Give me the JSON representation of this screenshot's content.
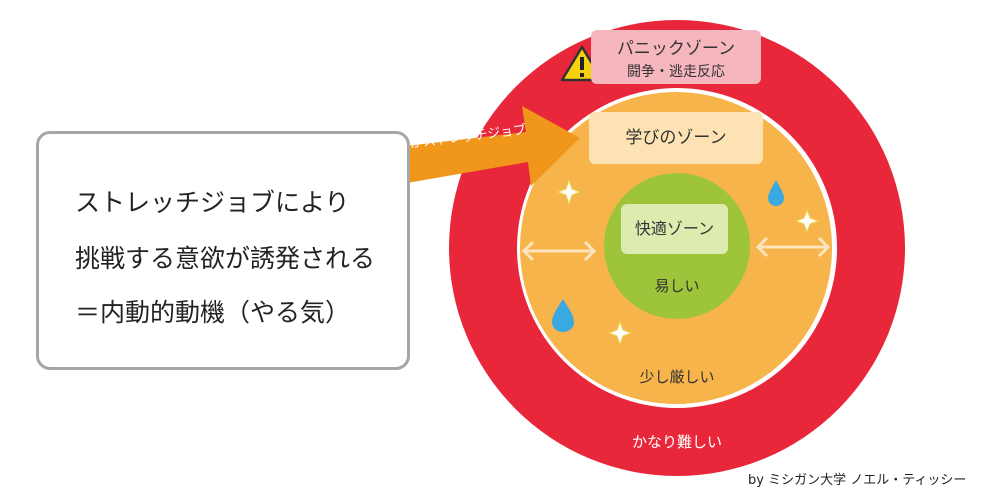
{
  "panic_zone": {
    "title": "パニックゾーン",
    "subtitle": "闘争・逃走反応",
    "difficulty": "かなり難しい",
    "color": "#e8283a",
    "box_color": "#f5b6bd"
  },
  "learning_zone": {
    "title": "学びのゾーン",
    "difficulty": "少し厳しい",
    "color": "#f7b44a",
    "box_color": "#fde3b3"
  },
  "comfort_zone": {
    "title": "快適ゾーン",
    "difficulty": "易しい",
    "color": "#9dc43a",
    "box_color": "#dcebb0"
  },
  "stretch_arrow": {
    "label": "ここがストレッチジョブ",
    "color": "#f0961a"
  },
  "description": {
    "lines": [
      "ストレッチジョブにより",
      "挑戦する意欲が誘発される",
      "＝内動的動機（やる気）"
    ]
  },
  "credit": "by ミシガン大学 ノエル・ティッシー",
  "icons": [
    "warning-icon",
    "sparkle-icon",
    "water-drop-icon",
    "double-arrow-icon"
  ]
}
